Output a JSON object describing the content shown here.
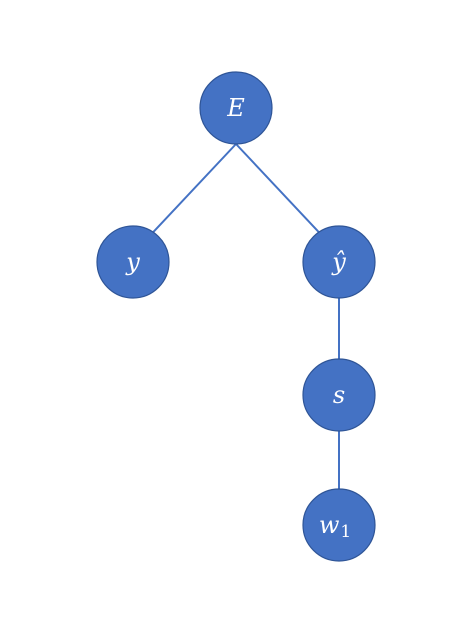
{
  "diagram": {
    "colors": {
      "node_fill": "#4472C4",
      "node_stroke": "#2F5597",
      "edge": "#4472C4",
      "text": "#FFFFFF"
    },
    "nodes": [
      {
        "id": "E",
        "label": "E",
        "subscript": ""
      },
      {
        "id": "y",
        "label": "y",
        "subscript": ""
      },
      {
        "id": "yhat",
        "label": "ŷ",
        "subscript": ""
      },
      {
        "id": "s",
        "label": "s",
        "subscript": ""
      },
      {
        "id": "w1",
        "label": "w",
        "subscript": "1"
      }
    ],
    "edges": [
      {
        "from": "E",
        "to": "y"
      },
      {
        "from": "E",
        "to": "yhat"
      },
      {
        "from": "yhat",
        "to": "s"
      },
      {
        "from": "s",
        "to": "w1"
      }
    ]
  }
}
